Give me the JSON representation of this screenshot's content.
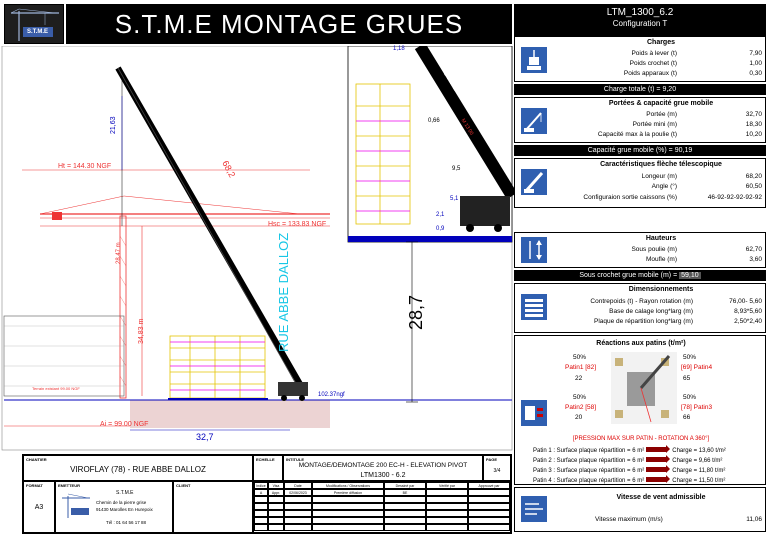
{
  "header": {
    "title": "S.T.M.E MONTAGE GRUES",
    "logo_text": "S.T.M.E"
  },
  "drawing": {
    "ht_label": "Ht = 144.30 NGF",
    "hsc_label": "Hsc = 133.83 NGF",
    "street_label": "RUE ABBE DALLOZ",
    "height_dim": "28,7",
    "boom_length": "68,2",
    "dim_2163": "21,63",
    "dim_3483": "34,83 m",
    "dim_2847": "28.47 m",
    "dim_327": "32,7",
    "dim_118": "1,18",
    "dim_066": "0,66",
    "dim_095": "9,5",
    "dim_51": "5,1",
    "dim_21": "2,1",
    "dim_09": "0,9",
    "ai_label": "Ai = 99.00 NGF",
    "ngf_label": "102.37ngf",
    "stme_boom": "STME",
    "mlt": "M 13 00",
    "terrain_label": "Terrain existant 99.00 NGF"
  },
  "titleblock": {
    "chantier_lbl": "CHANTIER",
    "chantier_val": "VIROFLAY (78) - RUE ABBE DALLOZ",
    "echelle_lbl": "ECHELLE",
    "intitule_lbl": "INTITULE",
    "intitule_val": "MONTAGE/DEMONTAGE 200 EC-H - ELEVATION PIVOT",
    "ref_val": "LTM1300 - 6.2",
    "page_lbl": "PAGE",
    "page_val": "3/4",
    "format_lbl": "FORMAT",
    "format_val": "A3",
    "emetteur_lbl": "EMETTEUR",
    "company": "S.T.M.E",
    "address1": "Chemin de la pierre grise",
    "address2": "91430 Marolles En Hurepoix",
    "phone": "Tél : 01 64 56 17 88",
    "client_lbl": "CLIENT",
    "rev_headers": [
      "Indice",
      "Visa",
      "Date",
      "Modifications / Observations",
      "Dessiné par",
      "Vérifié par",
      "Approuvé par"
    ],
    "rev_row": [
      "A",
      "Appr.",
      "02/06/2023",
      "Première diffusion",
      "BE",
      "",
      ""
    ]
  },
  "panel": {
    "model": "LTM_1300_6.2",
    "config": "Configuration T",
    "charges": {
      "title": "Charges",
      "rows": [
        {
          "label": "Poids à lever (t)",
          "value": "7,90"
        },
        {
          "label": "Poids crochet (t)",
          "value": "1,00"
        },
        {
          "label": "Poids apparaux (t)",
          "value": "0,30"
        }
      ]
    },
    "charge_totale": "Charge totale (t) = 9,20",
    "portees": {
      "title": "Portées & capacité grue mobile",
      "rows": [
        {
          "label": "Portée (m)",
          "value": "32,70"
        },
        {
          "label": "Portée mini (m)",
          "value": "18,30"
        },
        {
          "label": "Capacité max à la poulie (t)",
          "value": "10,20"
        }
      ]
    },
    "capacite": "Capacité grue mobile (%) = 90,19",
    "fleche": {
      "title": "Caractéristiques flèche télescopique",
      "rows": [
        {
          "label": "Longeur (m)",
          "value": "68,20"
        },
        {
          "label": "Angle (°)",
          "value": "60,50"
        },
        {
          "label": "Configuraion sortie caissons (%)",
          "value": "46-92-92-92-92-92"
        }
      ]
    },
    "hauteurs": {
      "title": "Hauteurs",
      "rows": [
        {
          "label": "Sous poulie (m)",
          "value": "62,70"
        },
        {
          "label": "Moufle (m)",
          "value": "3,60"
        }
      ]
    },
    "sous_crochet_label": "Sous crochet grue mobile (m) =",
    "sous_crochet_value": "59,10",
    "dimensions": {
      "title": "Dimensionnements",
      "rows": [
        {
          "label": "Contrepoids (t) - Rayon rotation (m)",
          "value": "76,00-  5,60"
        },
        {
          "label": "Base de calage long*larg (m)",
          "value": "8,93*5,60"
        },
        {
          "label": "Plaque de répartition long*larg (m)",
          "value": "2,50*2,40"
        }
      ]
    },
    "reactions": {
      "title": "Réactions aux patins (t/m²)",
      "p1_pct": "50%",
      "p1_name": "Patin1 [82]",
      "p1_val": "22",
      "p4_pct": "50%",
      "p4_name": "[69] Patin4",
      "p4_val": "65",
      "p2_pct": "50%",
      "p2_name": "Patin2 [58]",
      "p2_val": "20",
      "p3_pct": "50%",
      "p3_name": "[78] Patin3",
      "p3_val": "66",
      "pression_title": "[PRESSION MAX SUR PATIN - ROTATION A 360°]",
      "lines": [
        {
          "text": "Patin 1 : Surface plaque répartition = 6 m²",
          "charge": "Charge = 13,60 t/m²"
        },
        {
          "text": "Patin 2 : Surface plaque répartition = 6 m²",
          "charge": "Charge = 9,66 t/m²"
        },
        {
          "text": "Patin 3 : Surface plaque répartition = 6 m²",
          "charge": "Charge = 11,80 t/m²"
        },
        {
          "text": "Patin 4 : Surface plaque répartition = 6 m²",
          "charge": "Charge = 11,50 t/m²"
        }
      ]
    },
    "vent": {
      "title": "Vitesse de vent admissible",
      "label": "Vitesse maximum (m/s)",
      "value": "11,06"
    }
  }
}
